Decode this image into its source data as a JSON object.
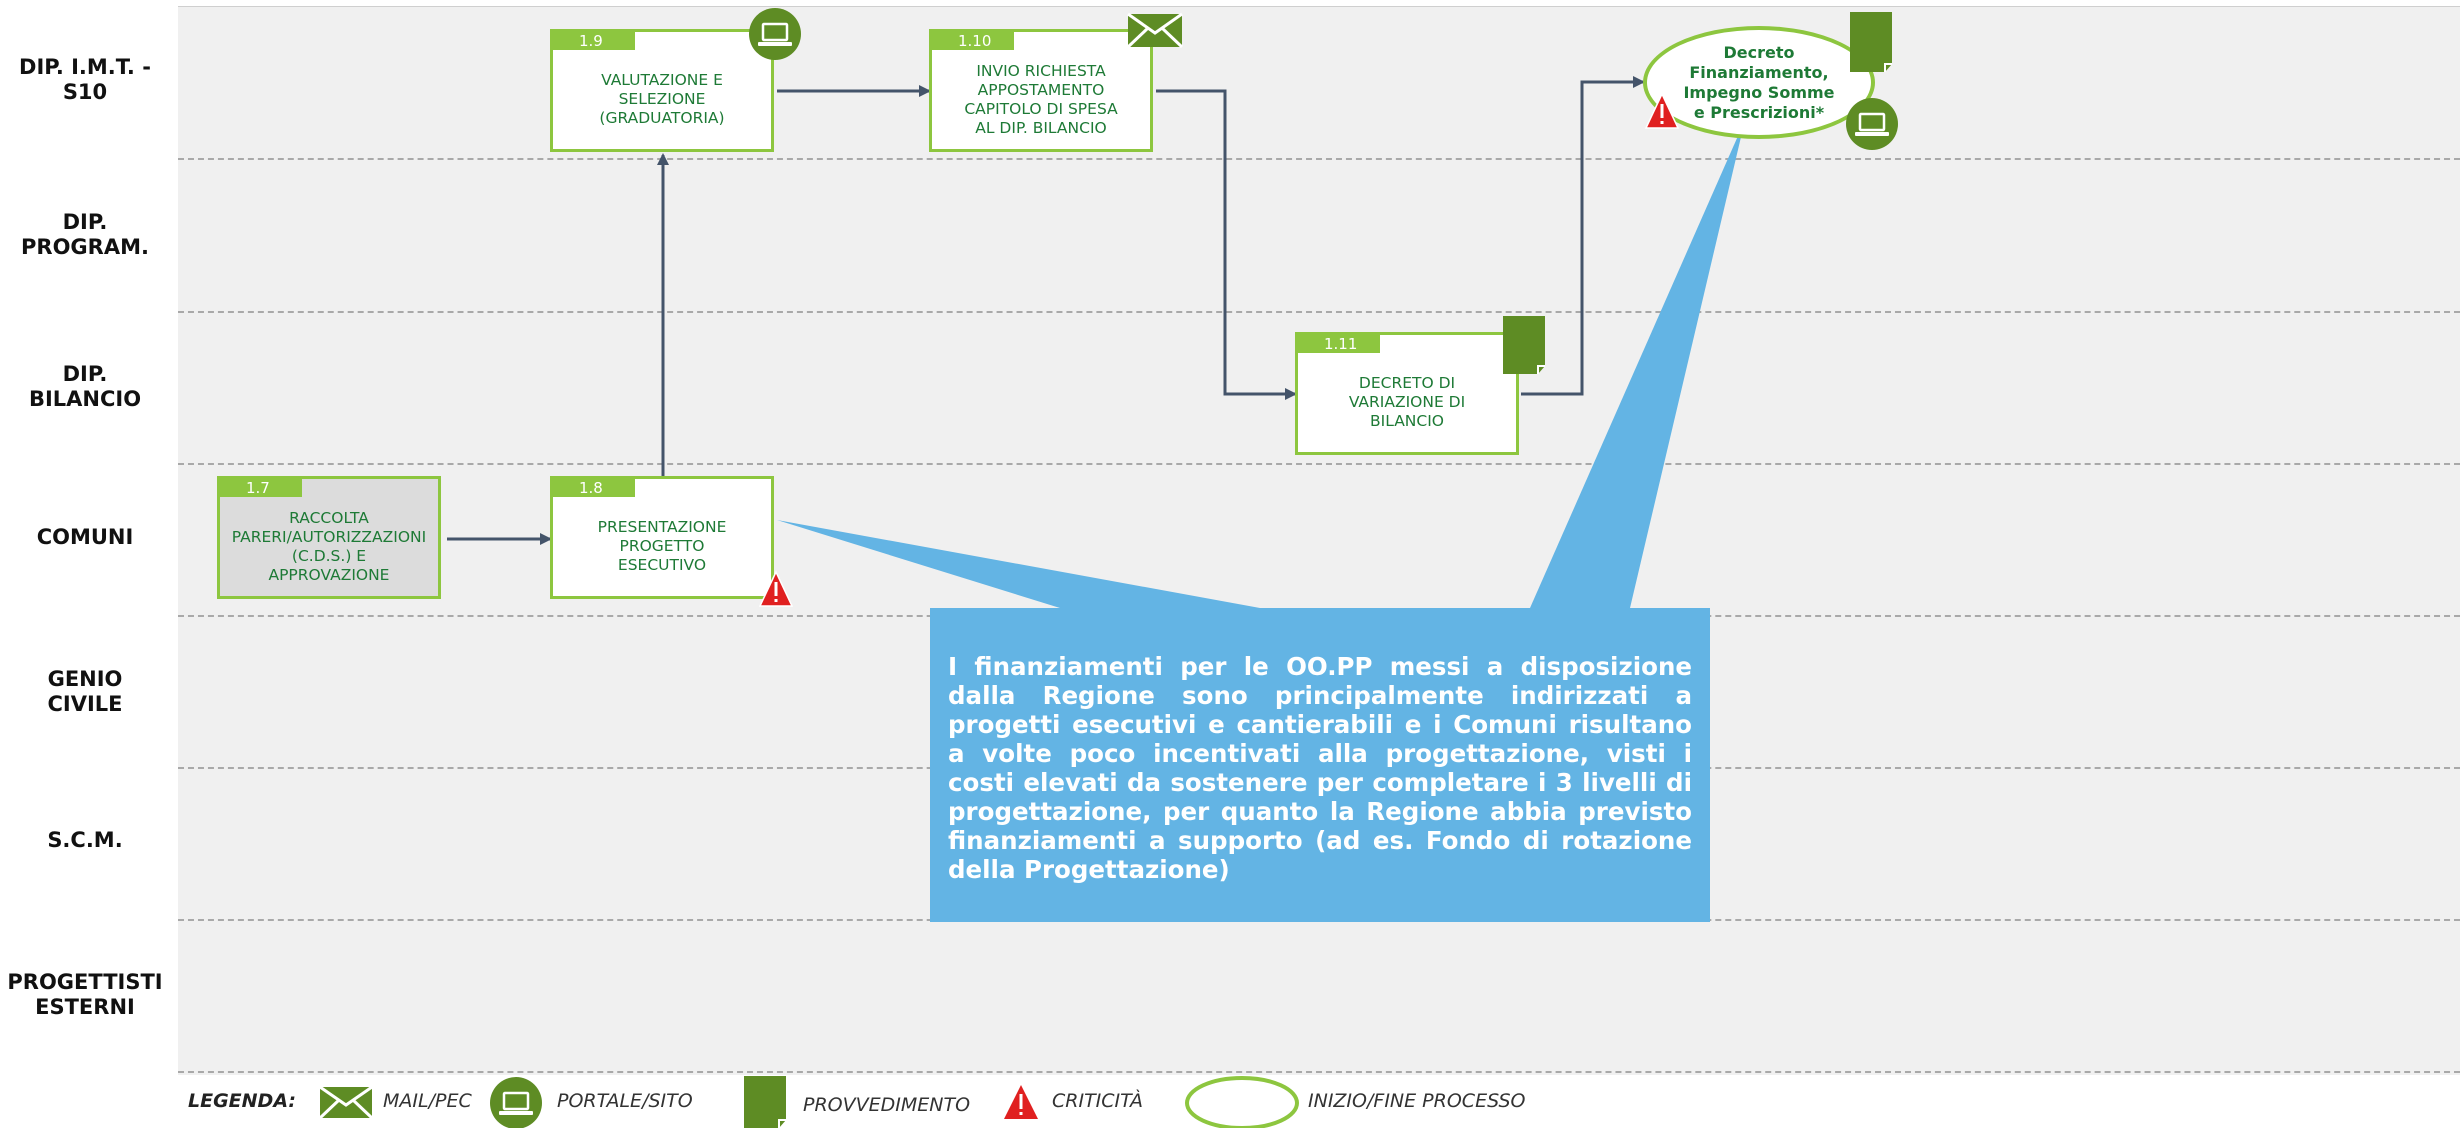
{
  "lanes": [
    {
      "label": "DIP. I.M.T. -\nS10"
    },
    {
      "label": "DIP.\nPROGRAM."
    },
    {
      "label": "DIP.\nBILANCIO"
    },
    {
      "label": "COMUNI"
    },
    {
      "label": "GENIO\nCIVILE"
    },
    {
      "label": "S.C.M."
    },
    {
      "label": "PROGETTISTI\nESTERNI"
    }
  ],
  "steps": {
    "s17": {
      "num": "1.7",
      "text": "RACCOLTA\nPARERI/AUTORIZZAZIONI\n(C.D.S.) E\nAPPROVAZIONE"
    },
    "s18": {
      "num": "1.8",
      "text": "PRESENTAZIONE\nPROGETTO\nESECUTIVO"
    },
    "s19": {
      "num": "1.9",
      "text": "VALUTAZIONE E\nSELEZIONE\n(GRADUATORIA)"
    },
    "s110": {
      "num": "1.10",
      "text": "INVIO RICHIESTA\nAPPOSTAMENTO\nCAPITOLO DI SPESA\nAL DIP. BILANCIO"
    },
    "s111": {
      "num": "1.11",
      "text": "DECRETO DI\nVARIAZIONE DI\nBILANCIO"
    }
  },
  "end_event": {
    "text": "Decreto\nFinanziamento,\nImpegno Somme\ne Prescrizioni*"
  },
  "note": {
    "text": "I finanziamenti per le OO.PP messi a disposizione dalla Regione sono principalmente indirizzati a progetti esecutivi e cantierabili e i Comuni risultano a volte poco incentivati alla progettazione, visti i costi elevati da sostenere per completare i 3 livelli di progettazione, per quanto la Regione abbia previsto finanziamenti a supporto (ad es. Fondo di rotazione della Progettazione)"
  },
  "legend": {
    "title": "LEGENDA:",
    "mail": "MAIL/PEC",
    "portal": "PORTALE/SITO",
    "provvedimento": "PROVVEDIMENTO",
    "criticita": "CRITICITÀ",
    "process": "INIZIO/FINE PROCESSO"
  },
  "icons": [
    "mail-icon",
    "laptop-icon",
    "document-icon",
    "warning-icon"
  ],
  "colors": {
    "green": "#8dc63f",
    "dark_green": "#5e8c24",
    "text_green": "#1e7a36",
    "note_blue": "#63b4e4",
    "arrow": "#44546a",
    "warning_red": "#e02020"
  }
}
